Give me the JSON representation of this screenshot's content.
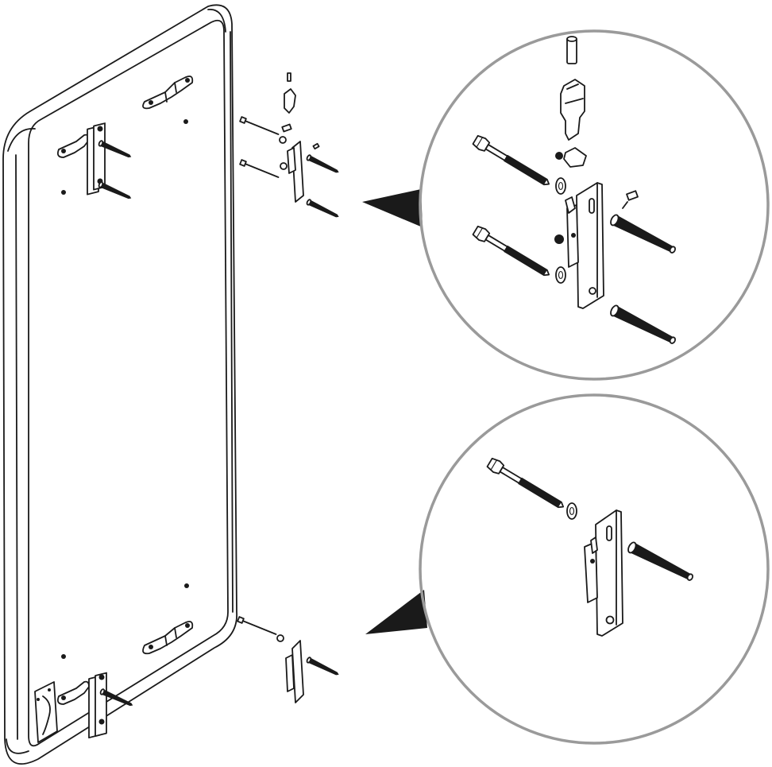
{
  "figure": {
    "panel": "wall-heater-panel",
    "callouts": [
      "top-bracket-detail",
      "bottom-bracket-detail"
    ]
  },
  "colors": {
    "line": "#1a1a1a",
    "callout_circle": "#9a9a9a",
    "background": "#ffffff"
  }
}
